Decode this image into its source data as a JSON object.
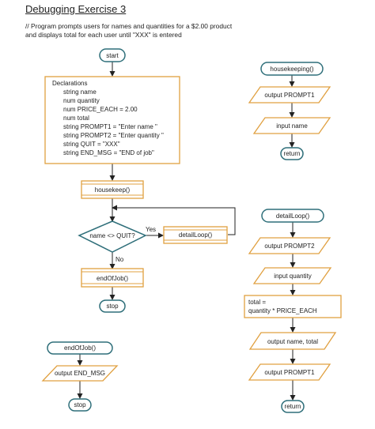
{
  "title": "Debugging Exercise 3",
  "comment": [
    "// Program prompts users for names and quantities for a $2.00 product",
    "and displays total for each user until  \"XXX\" is entered"
  ],
  "main": {
    "start": "start",
    "declarations": [
      "Declarations",
      "string name",
      "num quantity",
      "num PRICE_EACH = 2.00",
      "num total",
      "string PROMPT1 = \"Enter name \"",
      "string PROMPT2 = \"Enter quantity \"",
      "string QUIT = \"XXX\"",
      "string END_MSG = \"END of job\""
    ],
    "housekeep_call": "housekeep()",
    "decision": "name  <>  QUIT?",
    "yes": "Yes",
    "no": "No",
    "detail_call": "detailLoop()",
    "endofjob_call": "endOfJob()",
    "stop": "stop"
  },
  "endofjob_module": {
    "header": "endOfJob()",
    "output": "output END_MSG",
    "stop": "stop"
  },
  "housekeeping_module": {
    "header": "housekeeping()",
    "output": "output PROMPT1",
    "input": "input name",
    "return": "return"
  },
  "detailloop_module": {
    "header": "detailLoop()",
    "output1": "output PROMPT2",
    "input": "input quantity",
    "process": [
      "total =",
      "quantity * PRICE_EACH"
    ],
    "output2": "output name, total",
    "output3": "output PROMPT1",
    "return": "return"
  }
}
